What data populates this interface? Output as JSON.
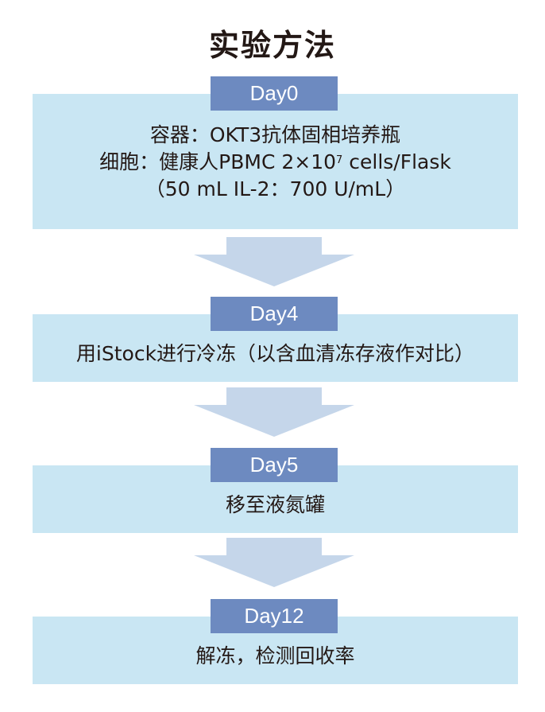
{
  "title": "实验方法",
  "steps": [
    {
      "day": "Day0",
      "lines": [
        "容器：OKT3抗体固相培养瓶",
        "细胞：健康人PBMC 2×10",
        "7",
        " cells/Flask",
        "（50 mL IL-2：700 U/mL）"
      ]
    },
    {
      "day": "Day4",
      "text": "用iStock进行冷冻（以含血清冻存液作对比）"
    },
    {
      "day": "Day5",
      "text": "移至液氮罐"
    },
    {
      "day": "Day12",
      "text": "解冻，检测回收率"
    }
  ],
  "colors": {
    "panel": "#c9e6f3",
    "label": "#6d8ac0",
    "arrow": "#c5d6ea"
  }
}
